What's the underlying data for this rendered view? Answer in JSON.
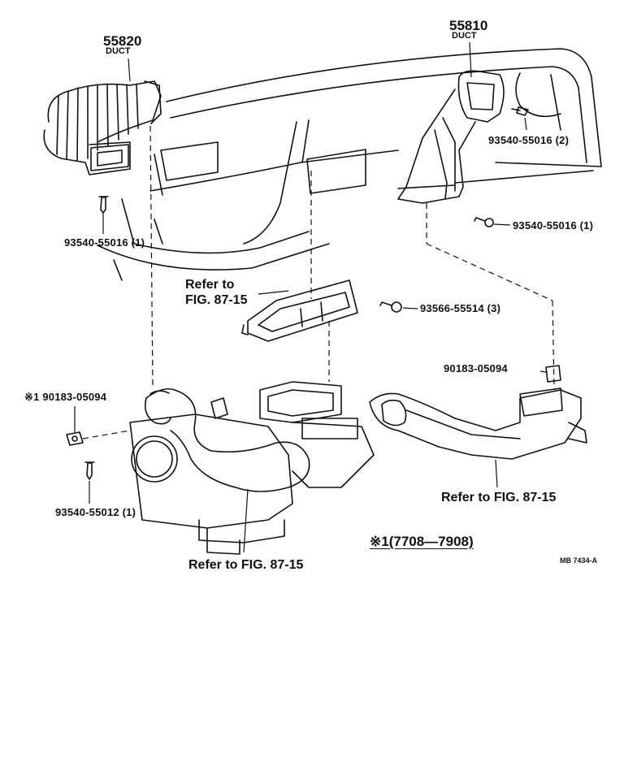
{
  "parts": {
    "duct_left_number": "55820",
    "duct_left_name": "DUCT",
    "duct_right_number": "55810",
    "duct_right_name": "DUCT",
    "screw_right_upper": "93540-55016 (2)",
    "screw_right_mid": "93540-55016 (1)",
    "screw_left": "93540-55016 (1)",
    "screw_center": "93566-55514 (3)",
    "clip_right": "90183-05094",
    "clip_left": "※1 90183-05094",
    "screw_heater": "93540-55012 (1)"
  },
  "references": {
    "center_line1": "Refer to",
    "center_line2": "FIG. 87-15",
    "right": "Refer to FIG. 87-15",
    "bottom": "Refer to FIG. 87-15"
  },
  "footnote": {
    "range": "※1(7708—7908)",
    "code": "MB 7434-A"
  }
}
